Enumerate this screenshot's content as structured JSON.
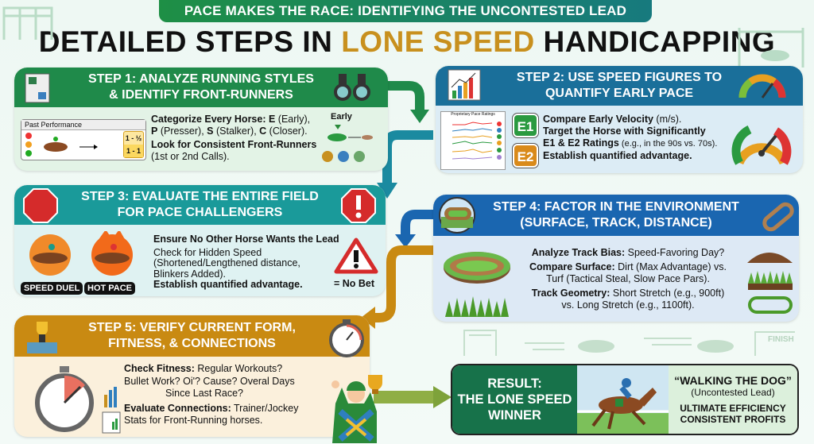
{
  "banner": "PACE MAKES THE RACE: IDENTIFYING THE UNCONTESTED LEAD",
  "title": {
    "part1": "DETAILED STEPS IN ",
    "highlight": "LONE SPEED",
    "part2": " HANDICAPPING"
  },
  "colors": {
    "gold": "#c8901e",
    "step1": "#1f8a4a",
    "step2": "#1a6f9a",
    "step3": "#1a9a9a",
    "step4": "#1a66b0",
    "step5": "#c98a12",
    "result": "#17724a"
  },
  "step1": {
    "title_l1": "STEP 1: ANALYZE RUNNING STYLES",
    "title_l2": "& IDENTIFY FRONT-RUNNERS",
    "pp_label": "Past Performance",
    "call1": "1 - ½",
    "call2": "1 - 1",
    "early": "Early",
    "line1_b": "Categorize Every Horse: ",
    "line1_e": "E",
    "line1_t": " (Early),",
    "line2_p": "P",
    "line2_t1": " (Presser), ",
    "line2_s": "S",
    "line2_t2": " (Stalker), ",
    "line2_c": "C",
    "line2_t3": " (Closer).",
    "line3_b": "Look for Consistent Front-Runners",
    "line4": "(1st or 2nd Calls)."
  },
  "step2": {
    "title_l1": "STEP 2: USE SPEED FIGURES TO",
    "title_l2": "QUANTIFY EARLY PACE",
    "chart_title": "Proprietary Pace Ratings",
    "e1": "E1",
    "e2": "E2",
    "line1_b": "Compare Early Velocity",
    "line1_t": " (m/s).",
    "line2_b": "Target the Horse with Significantly",
    "line3_b": "E1 & E2 Ratings",
    "line3_t": " (e.g., in the 90s vs. 70s).",
    "line4_b": "Establish quantified advantage."
  },
  "step3": {
    "title_l1": "STEP 3: EVALUATE THE ENTIRE FIELD",
    "title_l2": "FOR PACE CHALLENGERS",
    "speed_duel": "SPEED DUEL",
    "hot_pace": "HOT PACE",
    "line1_b": "Ensure No Other Horse Wants the Lead",
    "line2": "Check for Hidden Speed",
    "line3": "(Shortened/Lengthened distance,",
    "line4": "Blinkers Added).",
    "line5_b": "Establish quantified advantage.",
    "no_bet": "= No Bet"
  },
  "step4": {
    "title_l1": "STEP 4: FACTOR IN THE ENVIRONMENT",
    "title_l2": "(SURFACE, TRACK, DISTANCE)",
    "line1_b": "Analyze Track Bias:",
    "line1_t": " Speed-Favoring Day?",
    "line2_b": "Compare Surface:",
    "line2_t": " Dirt (Max Advantage) vs.",
    "line3": "Turf (Tactical Steal, Slow Pace Pars).",
    "line4_b": "Track Geometry:",
    "line4_t": " Short Stretch (e.g., 900ft)",
    "line5": "vs. Long Stretch (e.g., 1100ft)."
  },
  "step5": {
    "title_l1": "STEP 5: VERIFY CURRENT FORM,",
    "title_l2": "FITNESS, & CONNECTIONS",
    "line1_b": "Check Fitness:",
    "line1_t": " Regular Workouts?",
    "line2": "Bullet Work? Oi'? Cause? Overal Days",
    "line3": "Since Last Race?",
    "line4_b": "Evaluate Connections:",
    "line4_t": " Trainer/Jockey",
    "line5": "Stats for Front-Running horses."
  },
  "result": {
    "l1": "RESULT:",
    "l2": "THE LONE SPEED",
    "l3": "WINNER",
    "quote": "“WALKING THE DOG”",
    "sub": "(Uncontested Lead)",
    "p1": "ULTIMATE EFFICIENCY",
    "p2": "CONSISTENT PROFITS",
    "finish": "FINISH"
  }
}
